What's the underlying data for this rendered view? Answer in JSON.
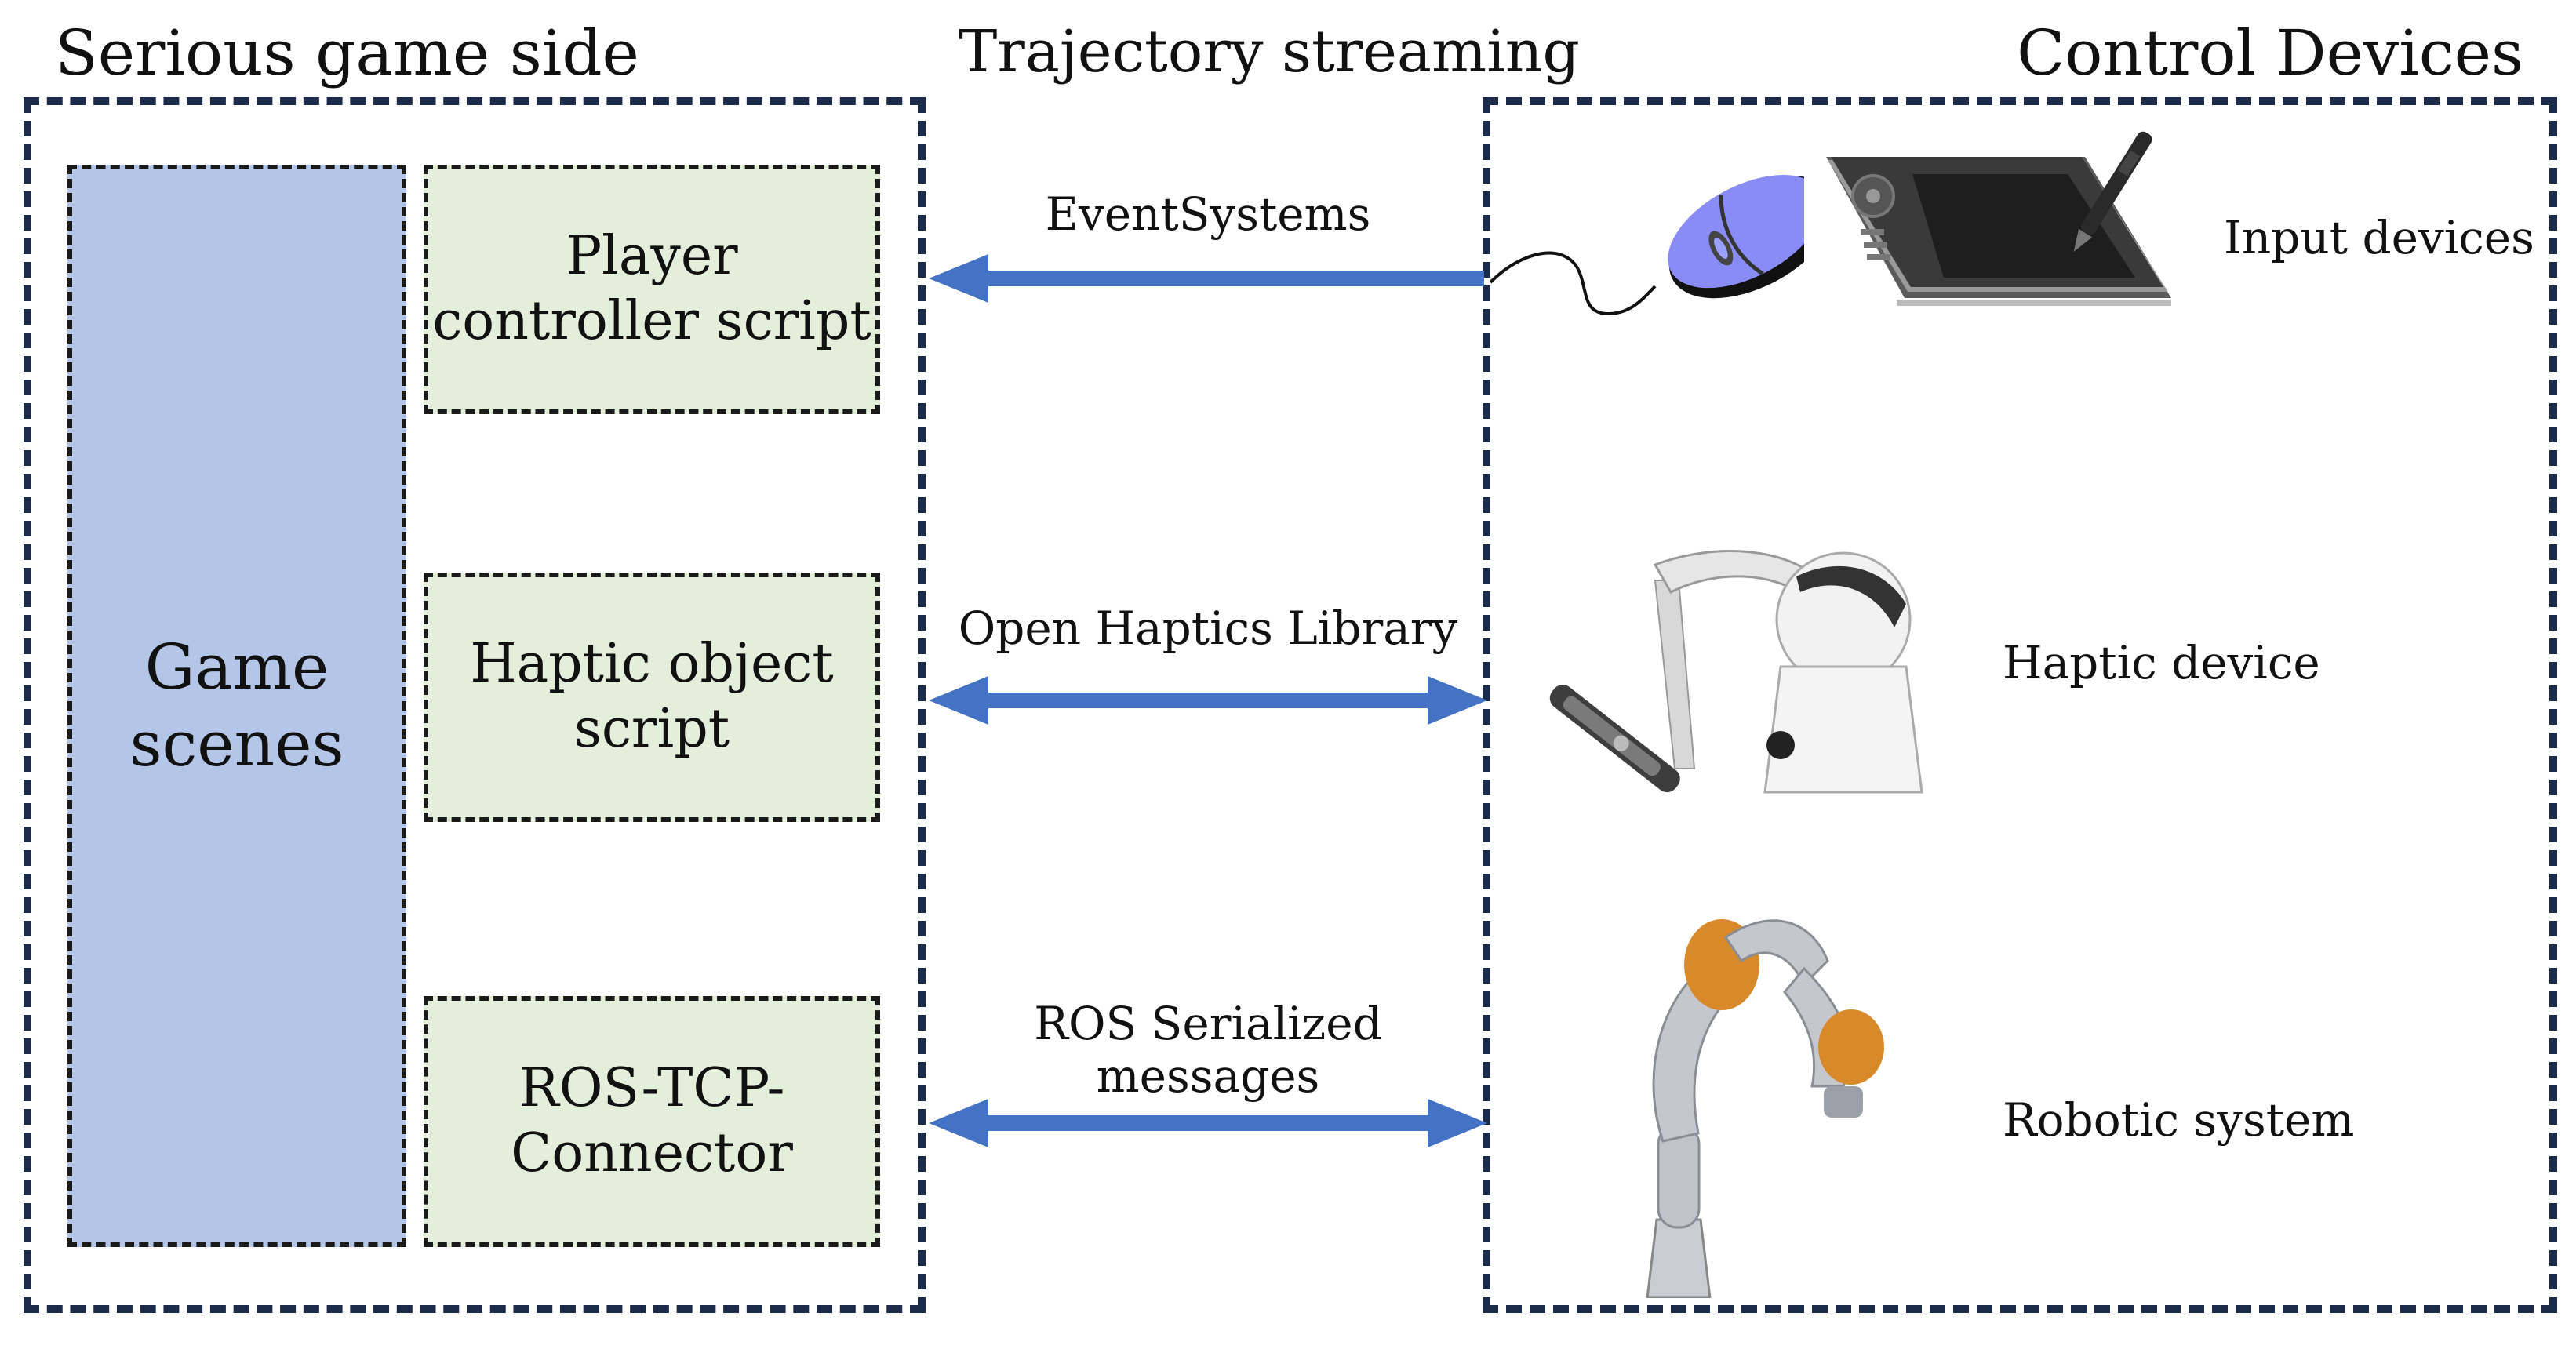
{
  "headings": {
    "left": "Serious game side",
    "middle": "Trajectory streaming",
    "right": "Control Devices"
  },
  "game_side": {
    "scenes": [
      "Game",
      "scenes"
    ],
    "components": [
      {
        "lines": [
          "Player",
          "controller script"
        ]
      },
      {
        "lines": [
          "Haptic object",
          "script"
        ]
      },
      {
        "lines": [
          "ROS-TCP-",
          "Connector"
        ]
      }
    ]
  },
  "links": [
    {
      "label": [
        "EventSystems"
      ],
      "direction": "to-game"
    },
    {
      "label": [
        "Open Haptics Library"
      ],
      "direction": "bidirectional"
    },
    {
      "label": [
        "ROS Serialized",
        "messages"
      ],
      "direction": "bidirectional"
    }
  ],
  "devices": [
    {
      "label": "Input devices",
      "icon": "mouse-and-pen-tablet"
    },
    {
      "label": "Haptic device",
      "icon": "haptic-stylus-device"
    },
    {
      "label": "Robotic system",
      "icon": "robot-arm"
    }
  ],
  "colors": {
    "border": "#1d2b4a",
    "arrow": "#4472c4",
    "scenes_fill": "#b3c6e7",
    "component_fill": "#e3eedb"
  }
}
